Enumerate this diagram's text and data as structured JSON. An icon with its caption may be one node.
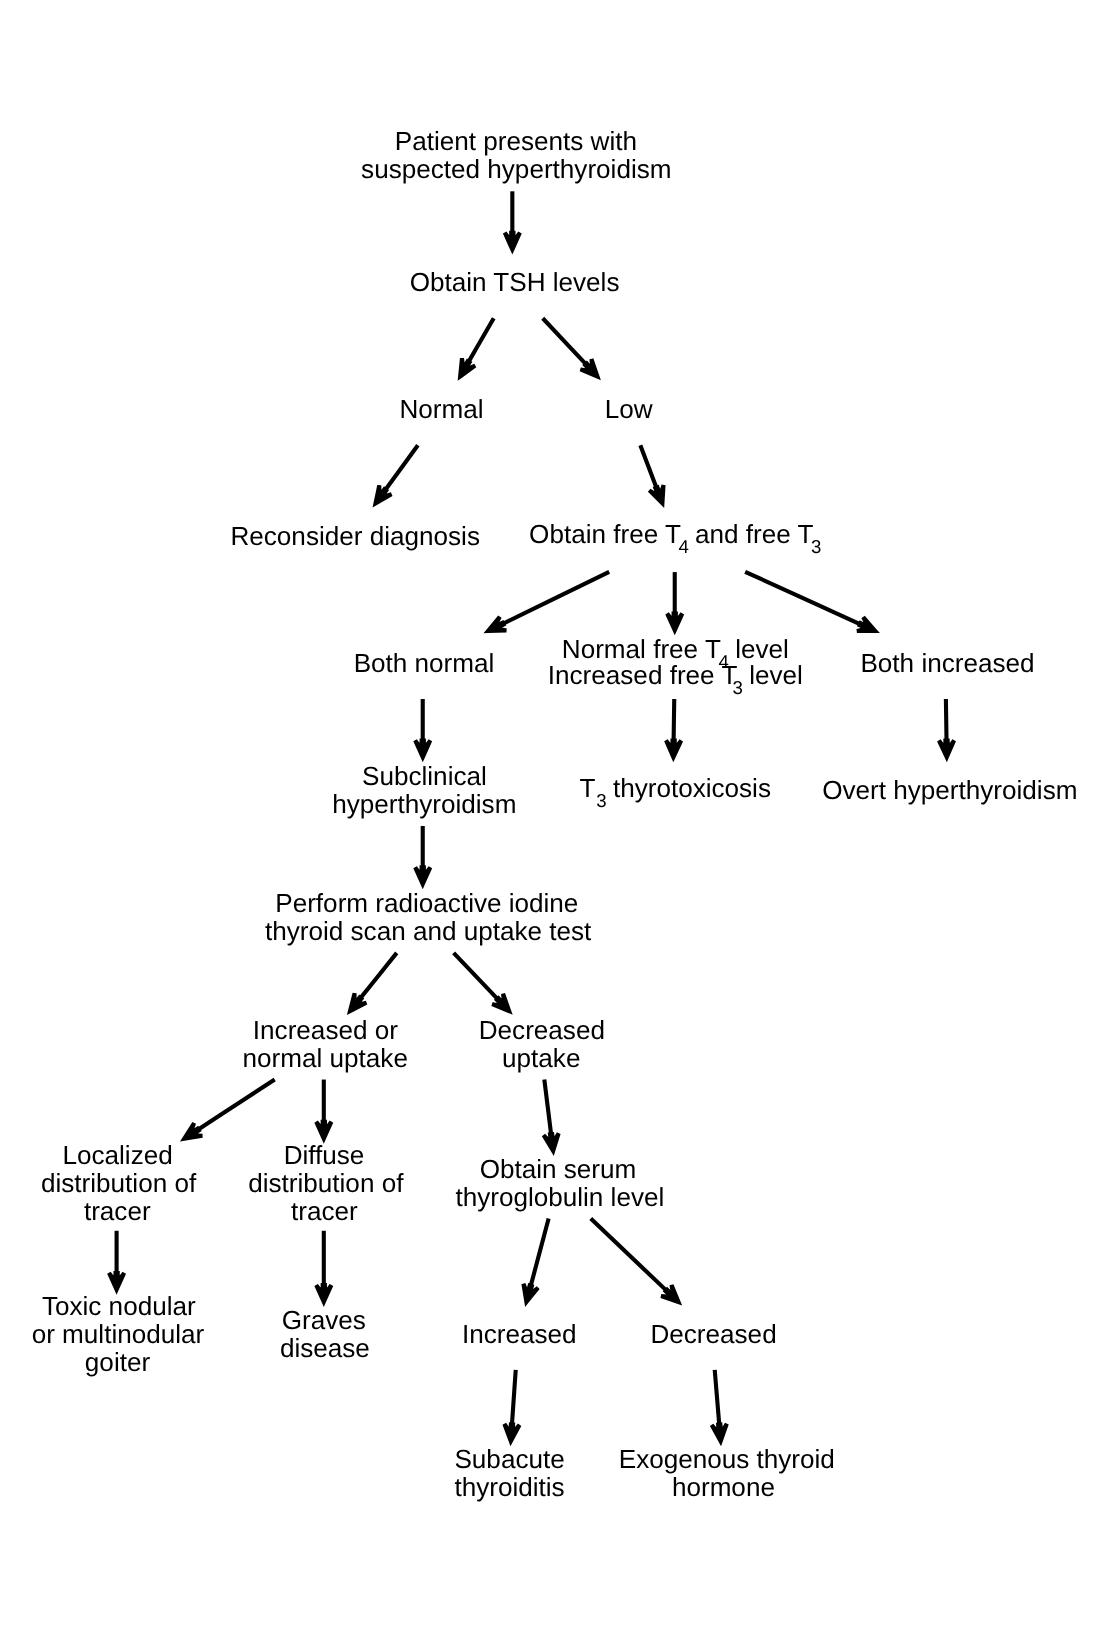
{
  "diagram": {
    "nodes": [
      {
        "text": [
          "Patient presents with suspected hyperthyroidism"
        ]
      },
      {
        "text": [
          "Obtain TSH levels"
        ]
      },
      {
        "text": [
          "Normal"
        ]
      },
      {
        "text": [
          "Low"
        ]
      },
      {
        "text": [
          "Reconsider diagnosis"
        ]
      },
      {
        "text": [
          "Obtain free T$_{4}$ and free T$_{3}$"
        ]
      },
      {
        "text": [
          "Both normal"
        ]
      },
      {
        "text": [
          "Normal free T$_{4}$ level Increased free T$_{3}$ level"
        ]
      },
      {
        "text": [
          "Both increased"
        ]
      },
      {
        "text": [
          "Subclinical hyperthyroidism"
        ]
      },
      {
        "text": [
          "T$_{3}$ thyrotoxicosis"
        ]
      },
      {
        "text": [
          "Overt hyperthyroidism"
        ]
      },
      {
        "text": [
          "Perform radioactive iodine thyroid scan and uptake test"
        ]
      },
      {
        "text": [
          "Increased or normal uptake"
        ]
      },
      {
        "text": [
          "Decreased uptake"
        ]
      },
      {
        "text": [
          "Localized distribution of tracer"
        ]
      },
      {
        "text": [
          "Diffuse distribution of tracer"
        ]
      },
      {
        "text": [
          "Obtain serum thyroglobulin level"
        ]
      },
      {
        "text": [
          "Toxic nodular or multinodular goiter"
        ]
      },
      {
        "text": [
          "Graves disease"
        ]
      },
      {
        "text": [
          "Increased"
        ]
      },
      {
        "text": [
          "Decreased"
        ]
      },
      {
        "text": [
          "Subacute thyroiditis"
        ]
      },
      {
        "text": [
          "Exogenous thyroid hormone"
        ]
      }
    ],
    "edges": [
      {
        "from": 0,
        "to": 1,
        "arrow": "to"
      },
      {
        "from": 1,
        "to": 2,
        "arrow": "to"
      },
      {
        "from": 1,
        "to": 3,
        "arrow": "to"
      },
      {
        "from": 2,
        "to": 4,
        "arrow": "to"
      },
      {
        "from": 3,
        "to": 5,
        "arrow": "to"
      },
      {
        "from": 5,
        "to": 6,
        "arrow": "to"
      },
      {
        "from": 5,
        "to": 7,
        "arrow": "to"
      },
      {
        "from": 5,
        "to": 8,
        "arrow": "to"
      },
      {
        "from": 6,
        "to": 9,
        "arrow": "to"
      },
      {
        "from": 7,
        "to": 10,
        "arrow": "to"
      },
      {
        "from": 8,
        "to": 11,
        "arrow": "to"
      },
      {
        "from": 9,
        "to": 12,
        "arrow": "to"
      },
      {
        "from": 12,
        "to": 13,
        "arrow": "to"
      },
      {
        "from": 12,
        "to": 14,
        "arrow": "to"
      },
      {
        "from": 13,
        "to": 15,
        "arrow": "to"
      },
      {
        "from": 13,
        "to": 16,
        "arrow": "to"
      },
      {
        "from": 14,
        "to": 17,
        "arrow": "to"
      },
      {
        "from": 15,
        "to": 18,
        "arrow": "to"
      },
      {
        "from": 16,
        "to": 19,
        "arrow": "to"
      },
      {
        "from": 17,
        "to": 20,
        "arrow": "to"
      },
      {
        "from": 17,
        "to": 21,
        "arrow": "to"
      },
      {
        "from": 20,
        "to": 22,
        "arrow": "to"
      },
      {
        "from": 21,
        "to": 23,
        "arrow": "to"
      }
    ]
  }
}
